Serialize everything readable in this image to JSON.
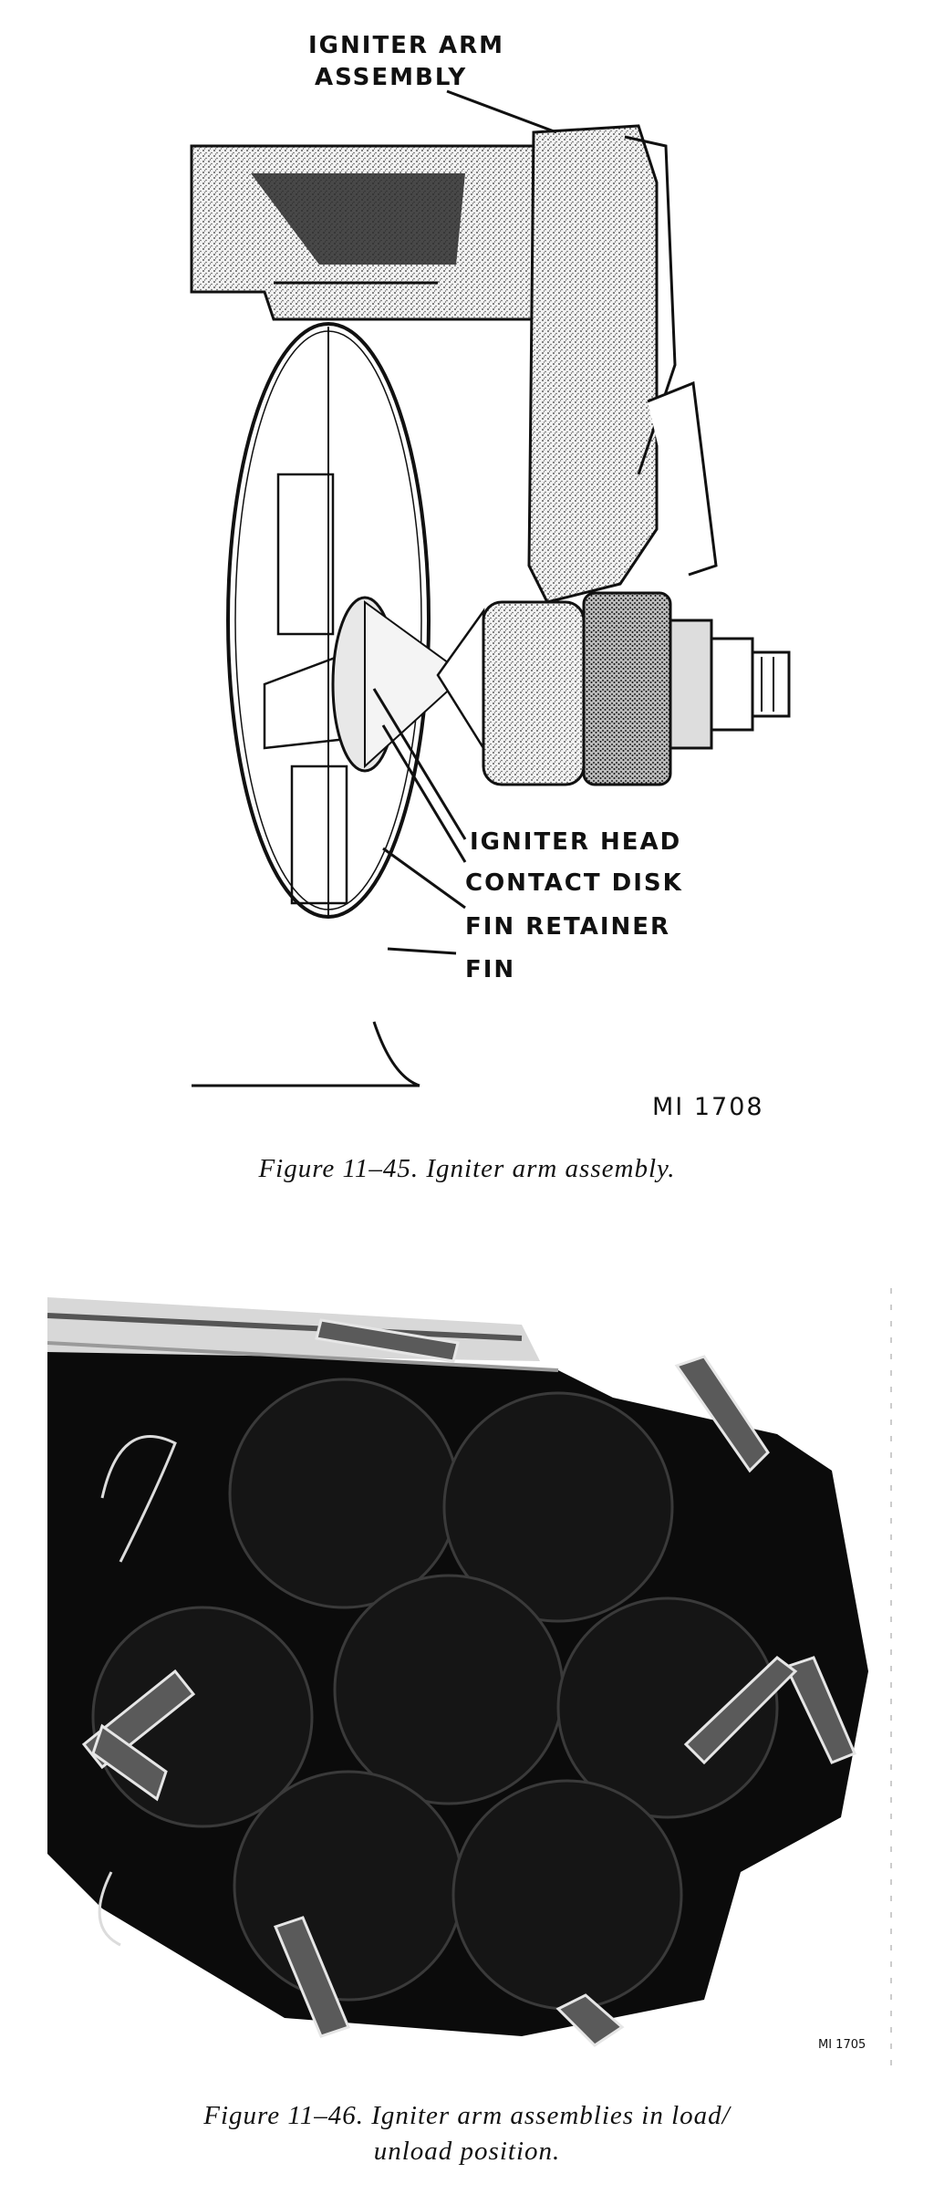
{
  "figure_45": {
    "callouts": {
      "igniter_arm_assembly_line1": "IGNITER ARM",
      "igniter_arm_assembly_line2": "ASSEMBLY",
      "igniter_head": "IGNITER HEAD",
      "contact_disk": "CONTACT DISK",
      "fin_retainer": "FIN RETAINER",
      "fin": "FIN"
    },
    "reference": "MI 1708",
    "caption": "Figure 11–45.   Igniter arm assembly."
  },
  "figure_46": {
    "reference": "MI 1705",
    "caption_line1": "Figure 11–46.   Igniter arm assemblies in load/",
    "caption_line2": "unload position."
  }
}
